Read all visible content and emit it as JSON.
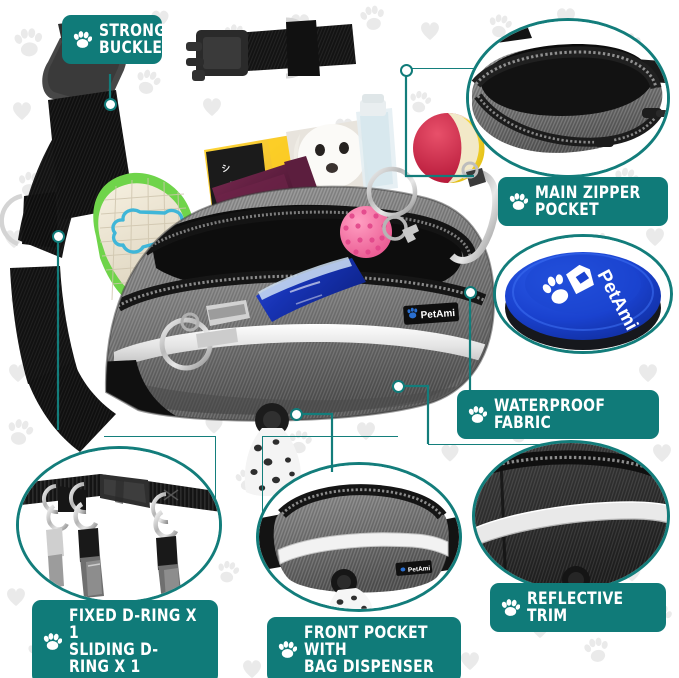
{
  "brand": {
    "name": "PetAmi",
    "logo_icon": "paw-logo-icon",
    "teal": "#107b79",
    "bowl_blue": "#1a45c4",
    "tag_text": "PetAmi"
  },
  "background": {
    "color": "#ffffff",
    "watermark_icons": [
      "paw-print-icon",
      "heart-icon"
    ],
    "watermark_color": "#e9e9e9"
  },
  "callouts": [
    {
      "id": "strong-buckle",
      "paw_icon": "paw-print-icon",
      "text": "STRONG\nBUCKLE",
      "lines": [
        "STRONG",
        "BUCKLE"
      ]
    },
    {
      "id": "main-zipper-pocket",
      "paw_icon": "paw-print-icon",
      "text": "MAIN ZIPPER\nPOCKET",
      "lines": [
        "MAIN ZIPPER",
        "POCKET"
      ]
    },
    {
      "id": "waterproof-fabric",
      "paw_icon": "paw-print-icon",
      "text": "WATERPROOF FABRIC",
      "lines": [
        "WATERPROOF FABRIC"
      ]
    },
    {
      "id": "reflective-trim",
      "paw_icon": "paw-print-icon",
      "text": "REFLECTIVE TRIM",
      "lines": [
        "REFLECTIVE TRIM"
      ]
    },
    {
      "id": "front-pocket-bag-dispenser",
      "paw_icon": "paw-print-icon",
      "text": "FRONT POCKET WITH\nBAG DISPENSER",
      "lines": [
        "FRONT POCKET WITH",
        "BAG DISPENSER"
      ]
    },
    {
      "id": "d-rings",
      "paw_icon": "paw-print-icon",
      "text": "FIXED D-RING x 1\nSLIDING D-RING x 1",
      "lines": [
        "FIXED D-RING x 1",
        "SLIDING D-RING x 1"
      ]
    }
  ],
  "insets": [
    {
      "id": "main-zipper-pocket-inset",
      "depicts": "open-gray-fanny-pack-main-zipper-compartment"
    },
    {
      "id": "collapsible-bowl-inset",
      "depicts": "blue-petami-collapsible-travel-bowl"
    },
    {
      "id": "d-ring-inset",
      "depicts": "black-waist-strap-with-fixed-and-sliding-d-rings-and-leash-clips"
    },
    {
      "id": "front-pocket-inset",
      "depicts": "gray-fanny-pack-front-pocket-with-poop-bag-dispenser"
    },
    {
      "id": "reflective-trim-inset",
      "depicts": "close-up-of-reflective-strip-on-dark-gray-fabric"
    }
  ],
  "hero": {
    "product": "gray-heather-dog-walking-fanny-pack",
    "contents": [
      "plush-bone-dog-toy",
      "treat-pouch-bag",
      "purple-folded-leash",
      "water-bottle",
      "pink-spiky-rubber-ball-toy",
      "blue-wipes-pack",
      "metal-carabiner-clip",
      "key-ring",
      "red-yellow-tennis-ball",
      "poop-bag-roll"
    ],
    "brand_tag": "PetAmi",
    "strap": "black-adjustable-webbing-with-buckle-and-d-ring"
  }
}
